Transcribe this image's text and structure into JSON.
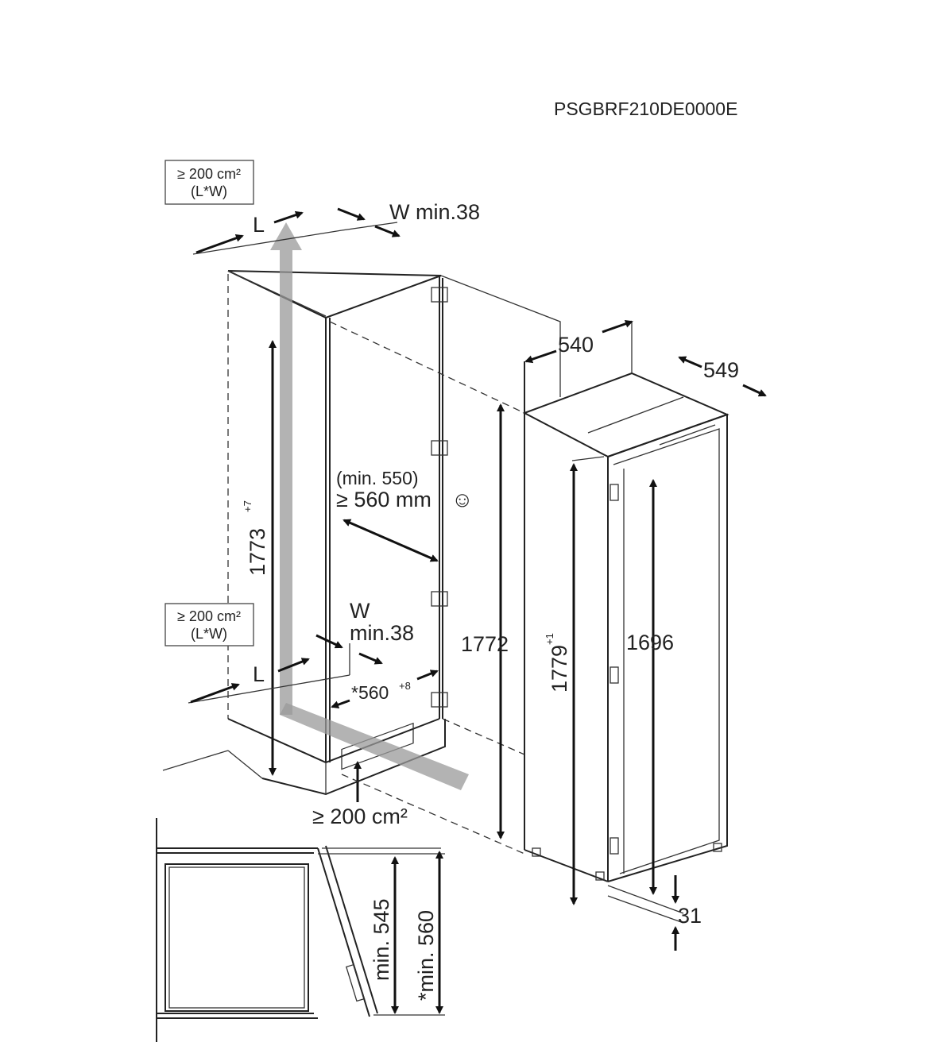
{
  "model_code": "PSGBRF210DE0000E",
  "vent_top": {
    "area": "≥ 200 cm²",
    "formula": "(L*W)"
  },
  "vent_mid": {
    "area": "≥ 200 cm²",
    "formula": "(L*W)"
  },
  "labels": {
    "L_top": "L",
    "W_top": "W min.38",
    "L_bottom": "L",
    "W_bottom_letter": "W",
    "W_bottom_min": "min.38",
    "niche_height": "1773",
    "niche_height_tol": "+7",
    "niche_width": "*560",
    "niche_width_tol": "+8",
    "depth_min": "(min. 550)",
    "depth_recommended": "≥ 560 mm",
    "smiley": "☺",
    "vent_bottom": "≥ 200 cm²",
    "dim_1772": "1772",
    "dim_540": "540",
    "dim_549": "549",
    "dim_1779": "1779",
    "dim_1779_tol": "+1",
    "dim_1696": "1696",
    "dim_31": "31",
    "side_min_545": "min. 545",
    "side_min_560": "*min. 560"
  }
}
